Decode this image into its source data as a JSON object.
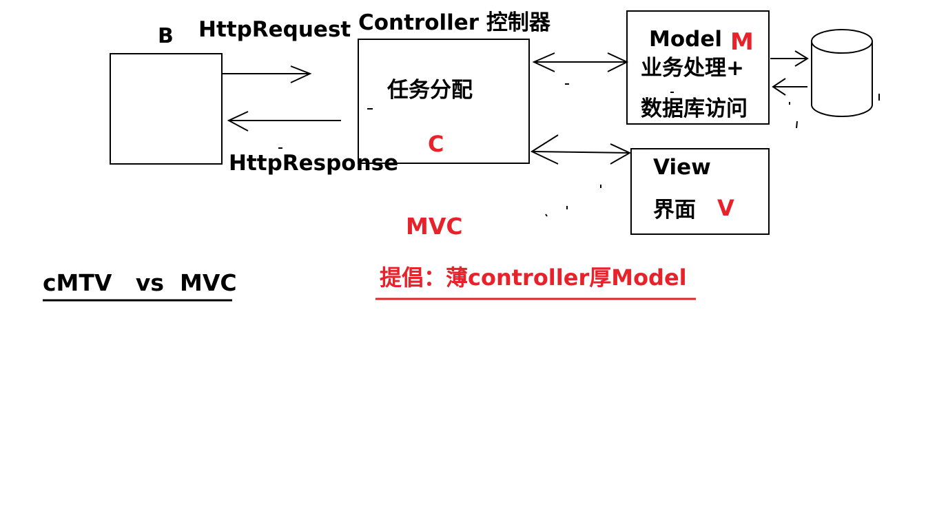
{
  "diagram": {
    "browser": {
      "label": "B"
    },
    "request": {
      "label": "HttpRequest"
    },
    "response": {
      "label": "HttpResponse"
    },
    "controller": {
      "title": "Controller 控制器",
      "body": "任务分配",
      "letter": "C"
    },
    "model": {
      "title": "Model",
      "letter": "M",
      "line1": "业务处理+",
      "line2": "数据库访问"
    },
    "view": {
      "title": "View",
      "body": "界面",
      "letter": "V"
    },
    "pattern": "MVC"
  },
  "notes": {
    "compare": "cMTV   vs  MVC",
    "advice": "提倡：薄controller厚Model"
  },
  "colors": {
    "ink": "#000000",
    "accent": "#e8222a"
  }
}
